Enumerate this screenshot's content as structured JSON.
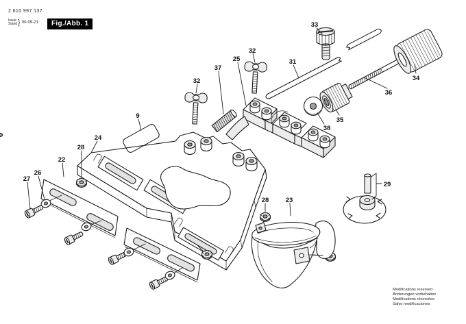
{
  "header": {
    "part_number": "2 610 997 137",
    "issue_label": "Issue",
    "stand_label": "Stand",
    "brace": "}",
    "date": "00-09-21",
    "figure_label": "Fig./Abb. 1"
  },
  "footer": {
    "lines": [
      "Modifications reserved",
      "Änderungen vorbehalten",
      "Modifications réservées",
      "Salvo modificaciones"
    ]
  },
  "figure": {
    "type": "exploded-parts-diagram",
    "colors": {
      "line": "#1c1c1c",
      "background": "#ffffff",
      "badge": "#000000"
    },
    "callouts": [
      {
        "label": "33"
      },
      {
        "label": "31"
      },
      {
        "label": "32"
      },
      {
        "label": "25"
      },
      {
        "label": "37"
      },
      {
        "label": "32"
      },
      {
        "label": "9"
      },
      {
        "label": "24"
      },
      {
        "label": "28"
      },
      {
        "label": "22"
      },
      {
        "label": "26"
      },
      {
        "label": "27"
      },
      {
        "label": "34"
      },
      {
        "label": "36"
      },
      {
        "label": "35"
      },
      {
        "label": "38"
      },
      {
        "label": "28"
      },
      {
        "label": "23"
      },
      {
        "label": "29"
      }
    ]
  }
}
